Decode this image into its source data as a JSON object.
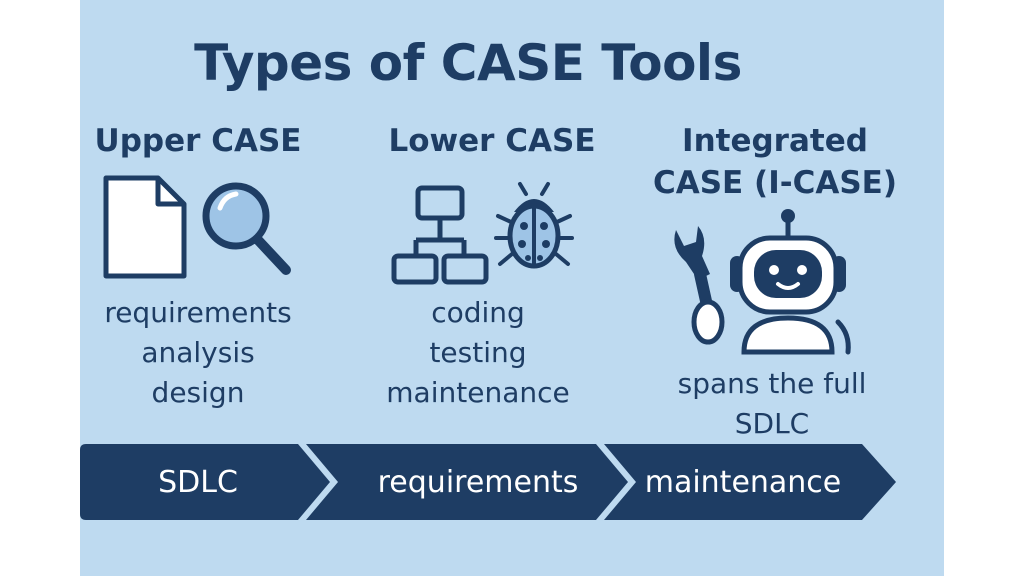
{
  "title": "Types of CASE Tools",
  "columns": [
    {
      "heading": "Upper CASE",
      "icons": [
        "document-icon",
        "magnifier-icon"
      ],
      "items": [
        "requirements",
        "analysis",
        "design"
      ]
    },
    {
      "heading": "Lower CASE",
      "icons": [
        "flowchart-icon",
        "bug-icon"
      ],
      "items": [
        "coding",
        "testing",
        "maintenance"
      ]
    },
    {
      "heading_lines": [
        "Integrated",
        "CASE (I-CASE)"
      ],
      "icons": [
        "robot-icon",
        "wrench-icon"
      ],
      "items": [
        "spans the full",
        "SDLC"
      ]
    }
  ],
  "timeline": [
    "SDLC",
    "requirements",
    "maintenance"
  ],
  "colors": {
    "background": "#bedaf0",
    "navy": "#1e3d64",
    "icon_fill": "#9ec4e6",
    "white": "#ffffff"
  }
}
